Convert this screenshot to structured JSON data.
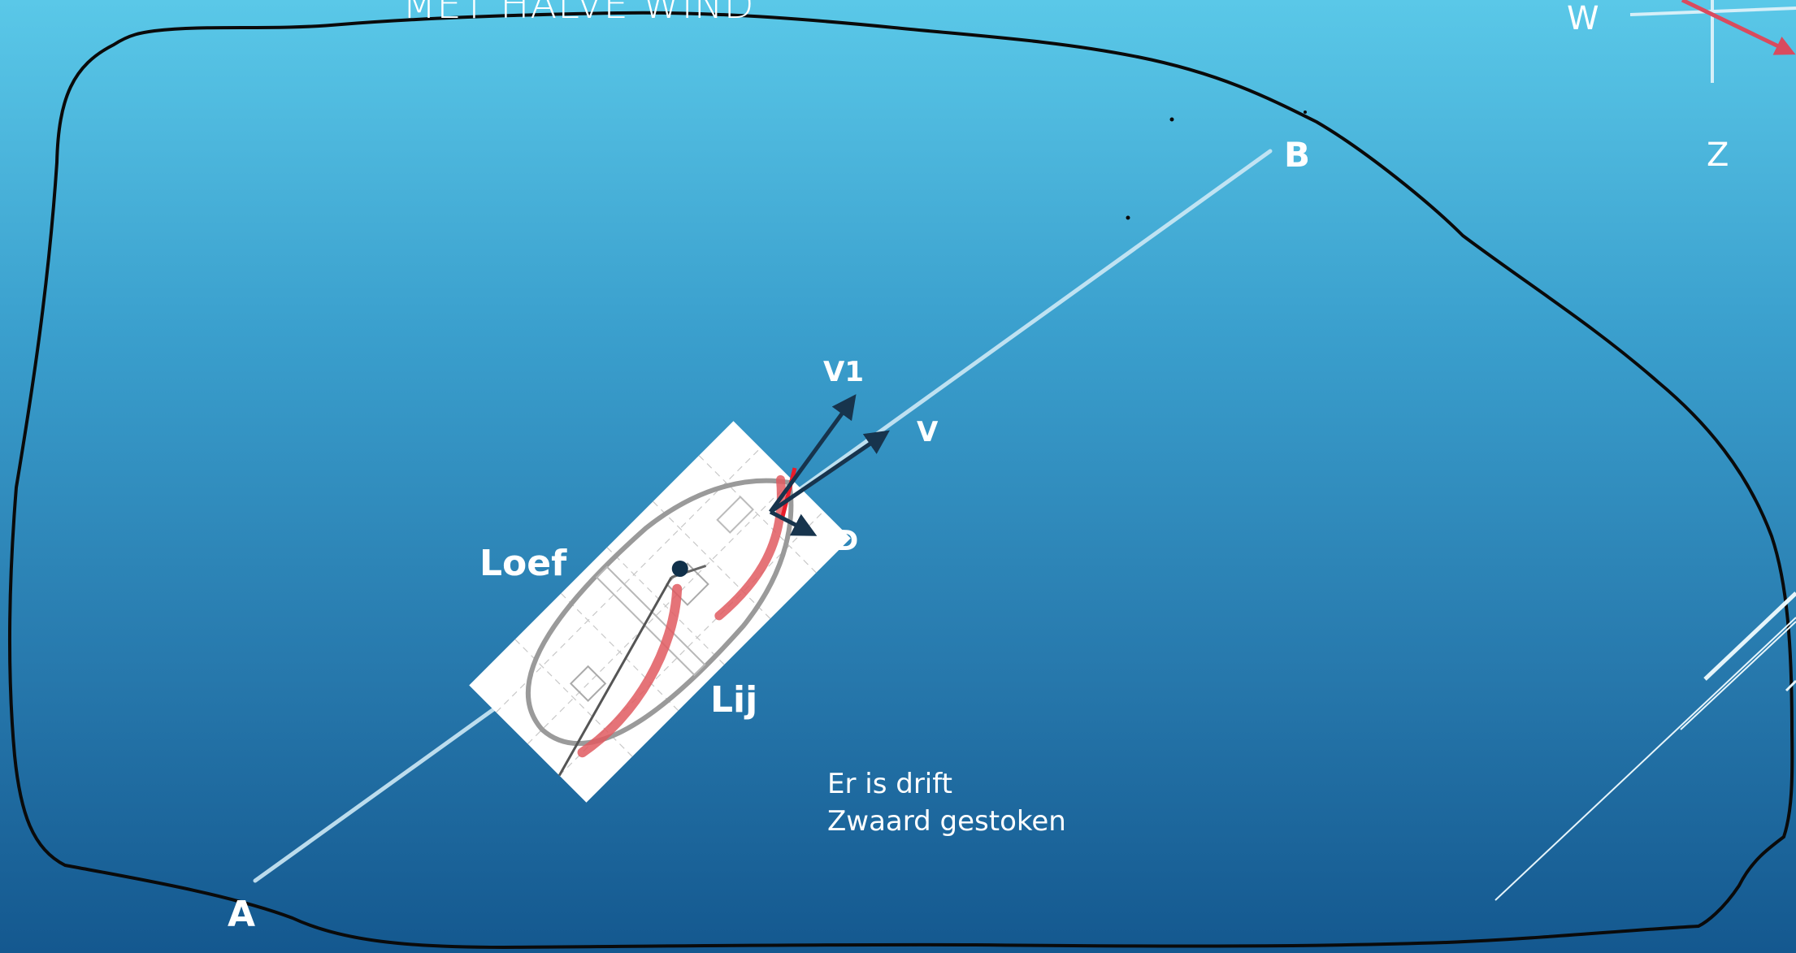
{
  "slide": {
    "title": "MET HALVE WIND"
  },
  "compass": {
    "west": "W",
    "south": "Z"
  },
  "course": {
    "start": "A",
    "end": "B"
  },
  "boat": {
    "windward_side": "Loef",
    "leeward_side": "Lij"
  },
  "vectors": {
    "v1": "V1",
    "v": "V",
    "d": "D"
  },
  "notes": {
    "line1": "Er is drift",
    "line2": "Zwaard gestoken"
  },
  "colors": {
    "course_line": "#cde9f6",
    "boundary": "#0a0a0a",
    "sail": "#e05a60",
    "vector": "#17344d",
    "wind_arrow": "#d94b5e"
  }
}
